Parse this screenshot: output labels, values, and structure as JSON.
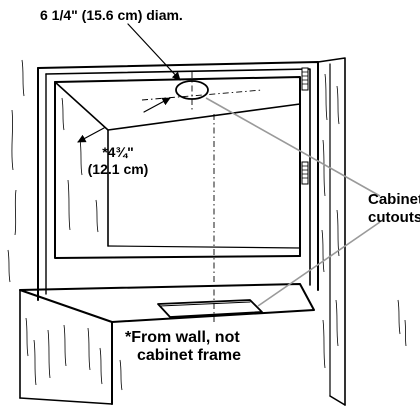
{
  "labels": {
    "diameter": "6 1/4\" (15.6 cm) diam.",
    "offset_line1": "*4¾\"",
    "offset_line2": "(12.1 cm)",
    "cutouts_line1": "Cabinet",
    "cutouts_line2": "cutouts",
    "note_line1": "*From wall, not",
    "note_line2": "cabinet frame"
  },
  "colors": {
    "line": "#000000",
    "leader_gray": "#9a9a9a",
    "background": "#ffffff"
  }
}
